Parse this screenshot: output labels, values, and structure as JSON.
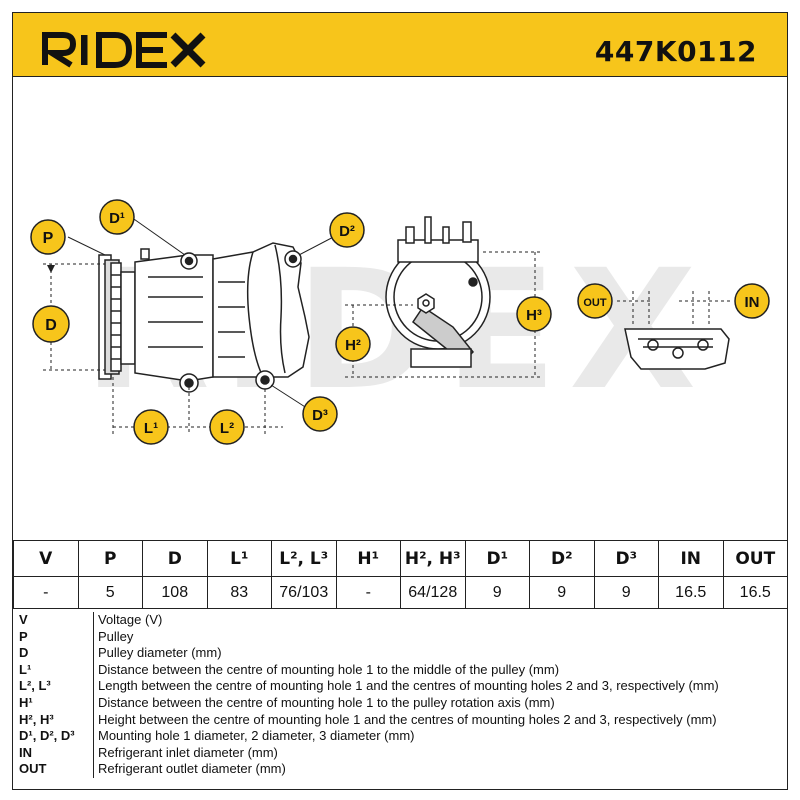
{
  "header": {
    "brand": "RIDEX",
    "part_number": "447K0112",
    "accent_color": "#f7c51b"
  },
  "drawing": {
    "watermark": "RIDEX",
    "callouts": {
      "P": "P",
      "D": "D",
      "D1": "D¹",
      "D2": "D²",
      "D3": "D³",
      "L1": "L¹",
      "L2": "L²",
      "H2": "H²",
      "H3": "H³",
      "OUT": "OUT",
      "IN": "IN"
    }
  },
  "specs": {
    "headers": [
      "V",
      "P",
      "D",
      "L¹",
      "L², L³",
      "H¹",
      "H², H³",
      "D¹",
      "D²",
      "D³",
      "IN",
      "OUT"
    ],
    "values": [
      "-",
      "5",
      "108",
      "83",
      "76/103",
      "-",
      "64/128",
      "9",
      "9",
      "9",
      "16.5",
      "16.5"
    ]
  },
  "legend": [
    {
      "key": "V",
      "desc": "Voltage (V)"
    },
    {
      "key": "P",
      "desc": "Pulley"
    },
    {
      "key": "D",
      "desc": "Pulley diameter (mm)"
    },
    {
      "key": "L¹",
      "desc": "Distance between the centre of mounting hole 1 to the middle of the pulley (mm)"
    },
    {
      "key": "L², L³",
      "desc": "Length between the centre of mounting hole 1 and the centres of mounting holes 2 and 3, respectively (mm)"
    },
    {
      "key": "H¹",
      "desc": "Distance between the centre of mounting hole 1 to the pulley rotation axis (mm)"
    },
    {
      "key": "H², H³",
      "desc": "Height between the centre of mounting hole 1 and the centres of mounting holes 2 and 3, respectively (mm)"
    },
    {
      "key": "D¹, D², D³",
      "desc": "Mounting hole 1 diameter, 2 diameter, 3 diameter (mm)"
    },
    {
      "key": "IN",
      "desc": "Refrigerant inlet diameter (mm)"
    },
    {
      "key": "OUT",
      "desc": "Refrigerant outlet diameter (mm)"
    }
  ]
}
